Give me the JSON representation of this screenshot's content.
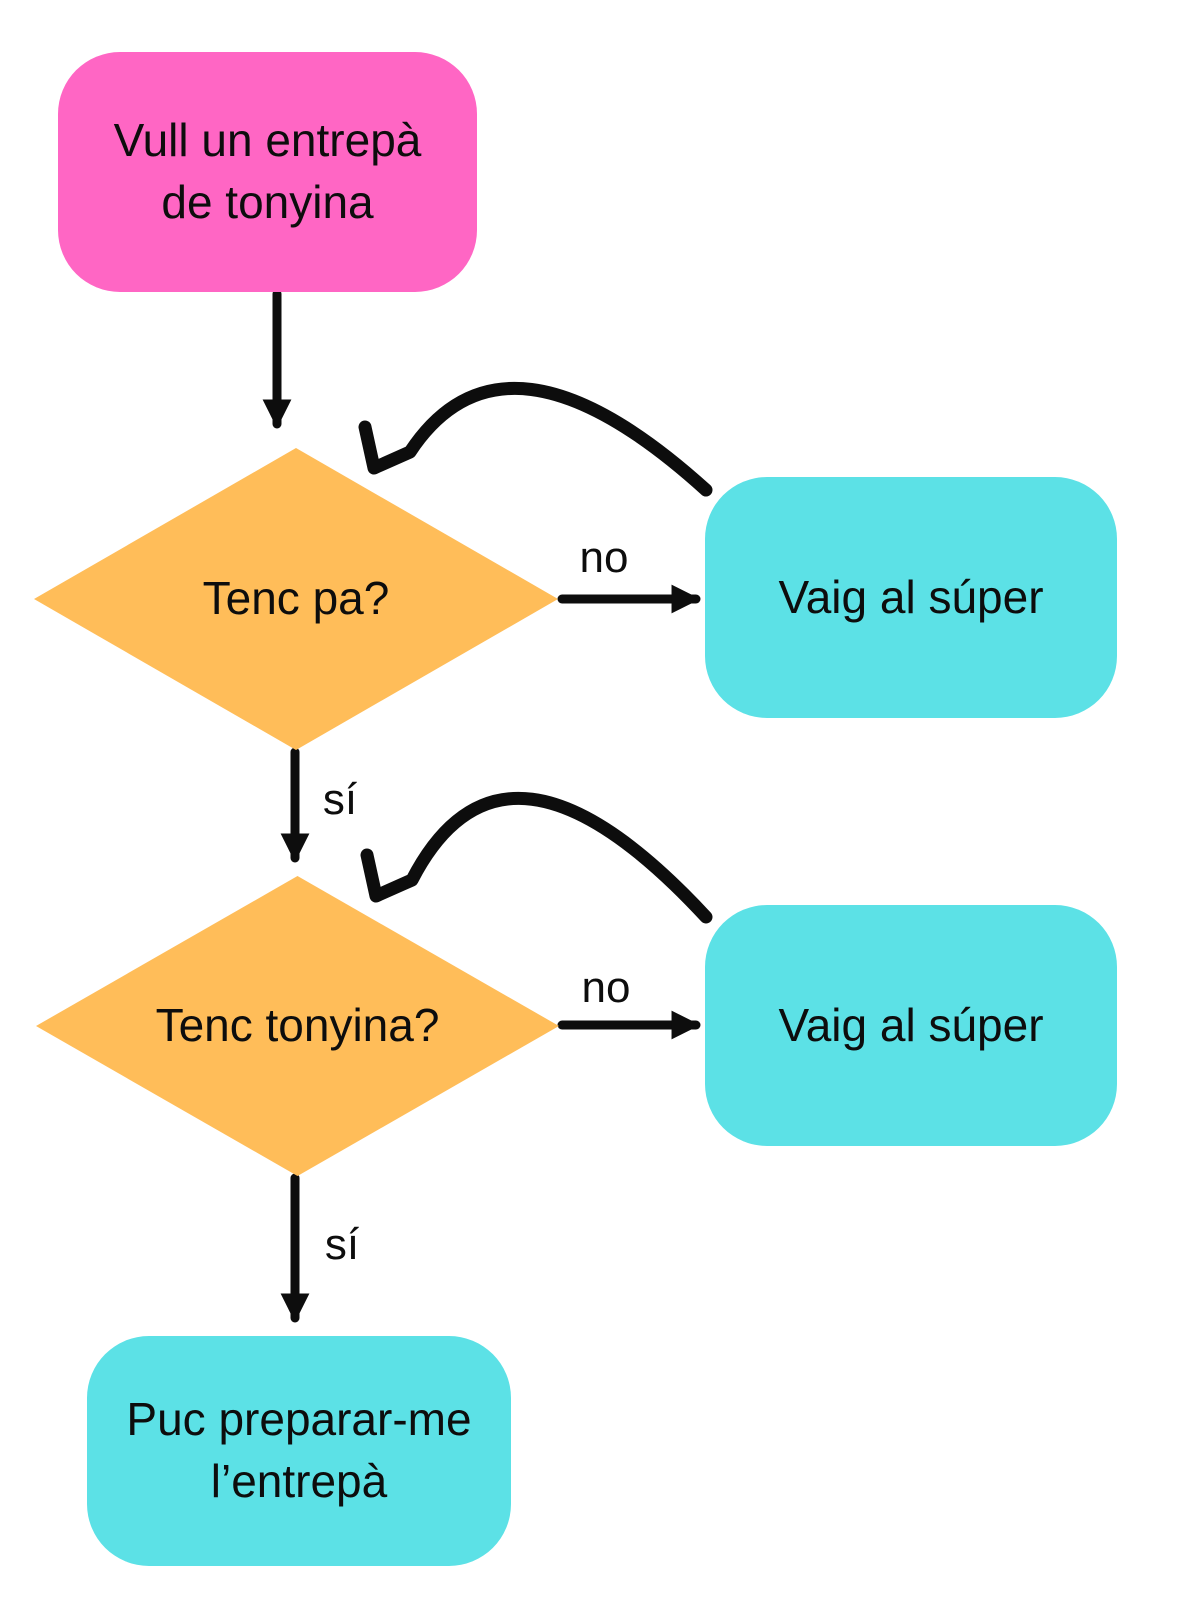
{
  "colors": {
    "pink": "#FF66C4",
    "orange": "#FFBD59",
    "cyan": "#5CE1E6",
    "line": "#0D0D0D",
    "text": "#0D0D0D"
  },
  "nodes": {
    "start": {
      "text": "Vull un entrepà\nde tonyina",
      "shape": "rounded-rectangle",
      "color_key": "pink"
    },
    "decision1": {
      "text": "Tenc pa?",
      "shape": "diamond",
      "color_key": "orange"
    },
    "super1": {
      "text": "Vaig al súper",
      "shape": "rounded-rectangle",
      "color_key": "cyan"
    },
    "decision2": {
      "text": "Tenc tonyina?",
      "shape": "diamond",
      "color_key": "orange"
    },
    "super2": {
      "text": "Vaig al súper",
      "shape": "rounded-rectangle",
      "color_key": "cyan"
    },
    "end": {
      "text": "Puc preparar-me\nl’entrepà",
      "shape": "rounded-rectangle",
      "color_key": "cyan"
    }
  },
  "edge_labels": {
    "no1": "no",
    "si1": "sí",
    "no2": "no",
    "si2": "sí"
  }
}
